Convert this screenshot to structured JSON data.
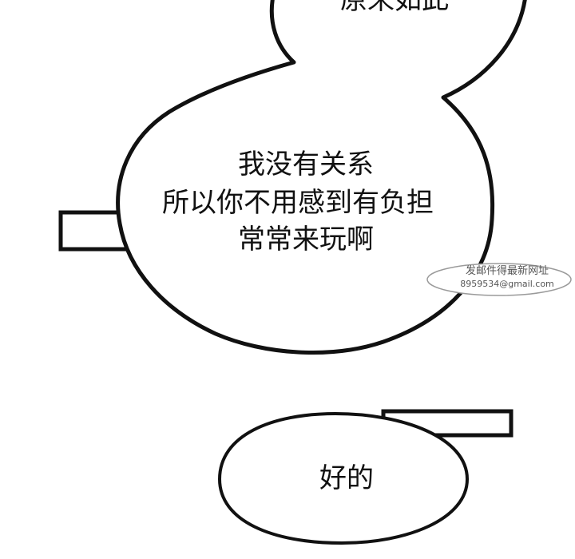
{
  "bubbles": {
    "top_partial": "原来如此",
    "main": {
      "line1": "我没有关系",
      "line2": "所以你不用感到有负担",
      "line3": "常常来玩啊"
    },
    "reply": "好的"
  },
  "watermark": {
    "line1": "发邮件得最新网址",
    "line2": "8959534@gmail.com"
  },
  "colors": {
    "ink": "#111111",
    "paper": "#ffffff",
    "watermark": "#555555"
  }
}
